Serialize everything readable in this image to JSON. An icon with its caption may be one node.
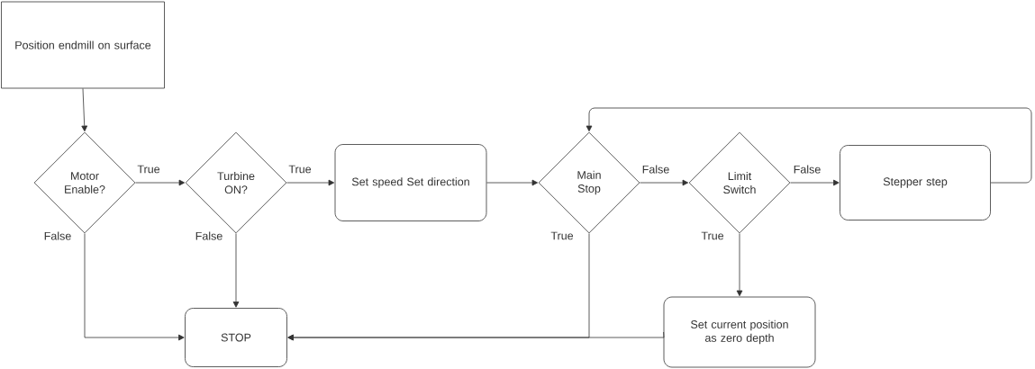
{
  "diagram": {
    "nodes": [
      {
        "text": [
          "Position endmill on surface"
        ]
      },
      {
        "text": [
          "Motor Enable?"
        ]
      },
      {
        "text": [
          "Turbine ON?"
        ]
      },
      {
        "text": [
          "Set speed Set direction"
        ]
      },
      {
        "text": [
          "Main Stop"
        ]
      },
      {
        "text": [
          "Limit Switch"
        ]
      },
      {
        "text": [
          "Stepper step"
        ]
      },
      {
        "text": [
          "STOP"
        ]
      },
      {
        "text": [
          "Set current position as zero depth"
        ]
      }
    ],
    "edges": [
      {
        "from": 0,
        "to": 1,
        "arrow": "to"
      },
      {
        "from": 1,
        "to": 2,
        "arrow": "to",
        "label": "True"
      },
      {
        "from": 2,
        "to": 3,
        "arrow": "to",
        "label": "True"
      },
      {
        "from": 3,
        "to": 4,
        "arrow": "to"
      },
      {
        "from": 4,
        "to": 5,
        "arrow": "to",
        "label": "False"
      },
      {
        "from": 5,
        "to": 6,
        "arrow": "to",
        "label": "False"
      },
      {
        "from": 6,
        "to": 4,
        "arrow": "to"
      },
      {
        "from": 1,
        "to": 7,
        "arrow": "to",
        "label": "False"
      },
      {
        "from": 2,
        "to": 7,
        "arrow": "to",
        "label": "False"
      },
      {
        "from": 4,
        "to": 7,
        "arrow": "to",
        "label": "True"
      },
      {
        "from": 8,
        "to": 7,
        "arrow": "to"
      },
      {
        "from": 5,
        "to": 8,
        "arrow": "to",
        "label": "True"
      }
    ]
  }
}
